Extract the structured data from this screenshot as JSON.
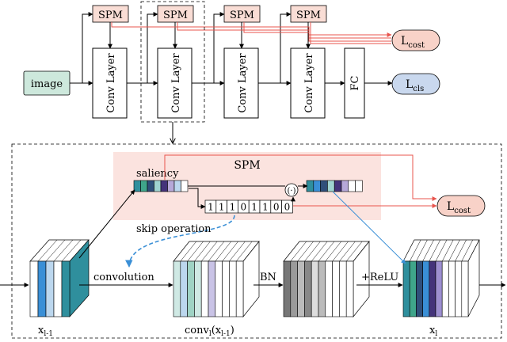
{
  "top": {
    "image_label": "image",
    "spm_labels": [
      "SPM",
      "SPM",
      "SPM",
      "SPM"
    ],
    "conv_label": "Conv Layer",
    "fc_label": "FC",
    "lcost_main": "L",
    "lcost_sub": "cost",
    "lcls_main": "L",
    "lcls_sub": "cls"
  },
  "detail": {
    "spm_title": "SPM",
    "saliency_label": "saliency",
    "binary_bits": [
      "1",
      "1",
      "1",
      "0",
      "1",
      "1",
      "0",
      "0"
    ],
    "product_symbol": "(·)",
    "skip_label": "skip operation",
    "convolution_label": "convolution",
    "bn_label": "BN",
    "relu_label": "+ReLU",
    "x_prev_main": "x",
    "x_prev_sub": "l-1",
    "conv_out_main": "conv",
    "conv_out_sub": "l",
    "conv_out_arg_main": "(x",
    "conv_out_arg_sub": "l-1",
    "conv_out_close": ")",
    "x_out_main": "x",
    "x_out_sub": "l",
    "lcost_main": "L",
    "lcost_sub": "cost"
  },
  "colors": {
    "spm_fill": "#f9ddd5",
    "spm_region": "#fbe3df",
    "image_fill": "#cde8dc",
    "lcost_fill": "#f8d2c8",
    "lcls_fill": "#c9d8ee",
    "red_arrow": "#e8554e",
    "blue_arrow": "#3a8fd6",
    "teal": "#2f8f9d",
    "dark_teal": "#1f6b75",
    "purple": "#44337a",
    "blue": "#3a8fd6",
    "light_blue": "#bcd7ee"
  },
  "saliency_cells": [
    "#2f8f9d",
    "#3fa58a",
    "#2f4f7a",
    "#9fd3d0",
    "#44337a",
    "#b6a8d8",
    "#bcd7ee",
    "#ffffff"
  ],
  "output_cells": [
    "#2f8f9d",
    "#3a8fd6",
    "#2f4f7a",
    "#9fd3d0",
    "#44337a",
    "#b6a8d8",
    "#ffffff",
    "#ffffff"
  ],
  "x_prev_slices": [
    "#ffffff",
    "#3a8fd6",
    "#bcd7ee",
    "#ffffff",
    "#2f8f9d"
  ],
  "conv_slices": [
    "#cfe9e4",
    "#bcd7ee",
    "#9fd3c4",
    "#cfe9e4",
    "#ffffff",
    "#c9c3e6",
    "#ffffff",
    "#ffffff",
    "#ffffff",
    "#ffffff"
  ],
  "bn_slices": [
    "#777777",
    "#9a9a9a",
    "#bbbbbb",
    "#888888",
    "#dddddd",
    "#bbbbbb",
    "#ffffff",
    "#ffffff",
    "#ffffff",
    "#ffffff"
  ],
  "out_slices": [
    "#2f8f9d",
    "#3fa58a",
    "#2f4f7a",
    "#3a8fd6",
    "#44337a",
    "#9d8fd0",
    "#ffffff",
    "#ffffff",
    "#ffffff",
    "#ffffff"
  ]
}
